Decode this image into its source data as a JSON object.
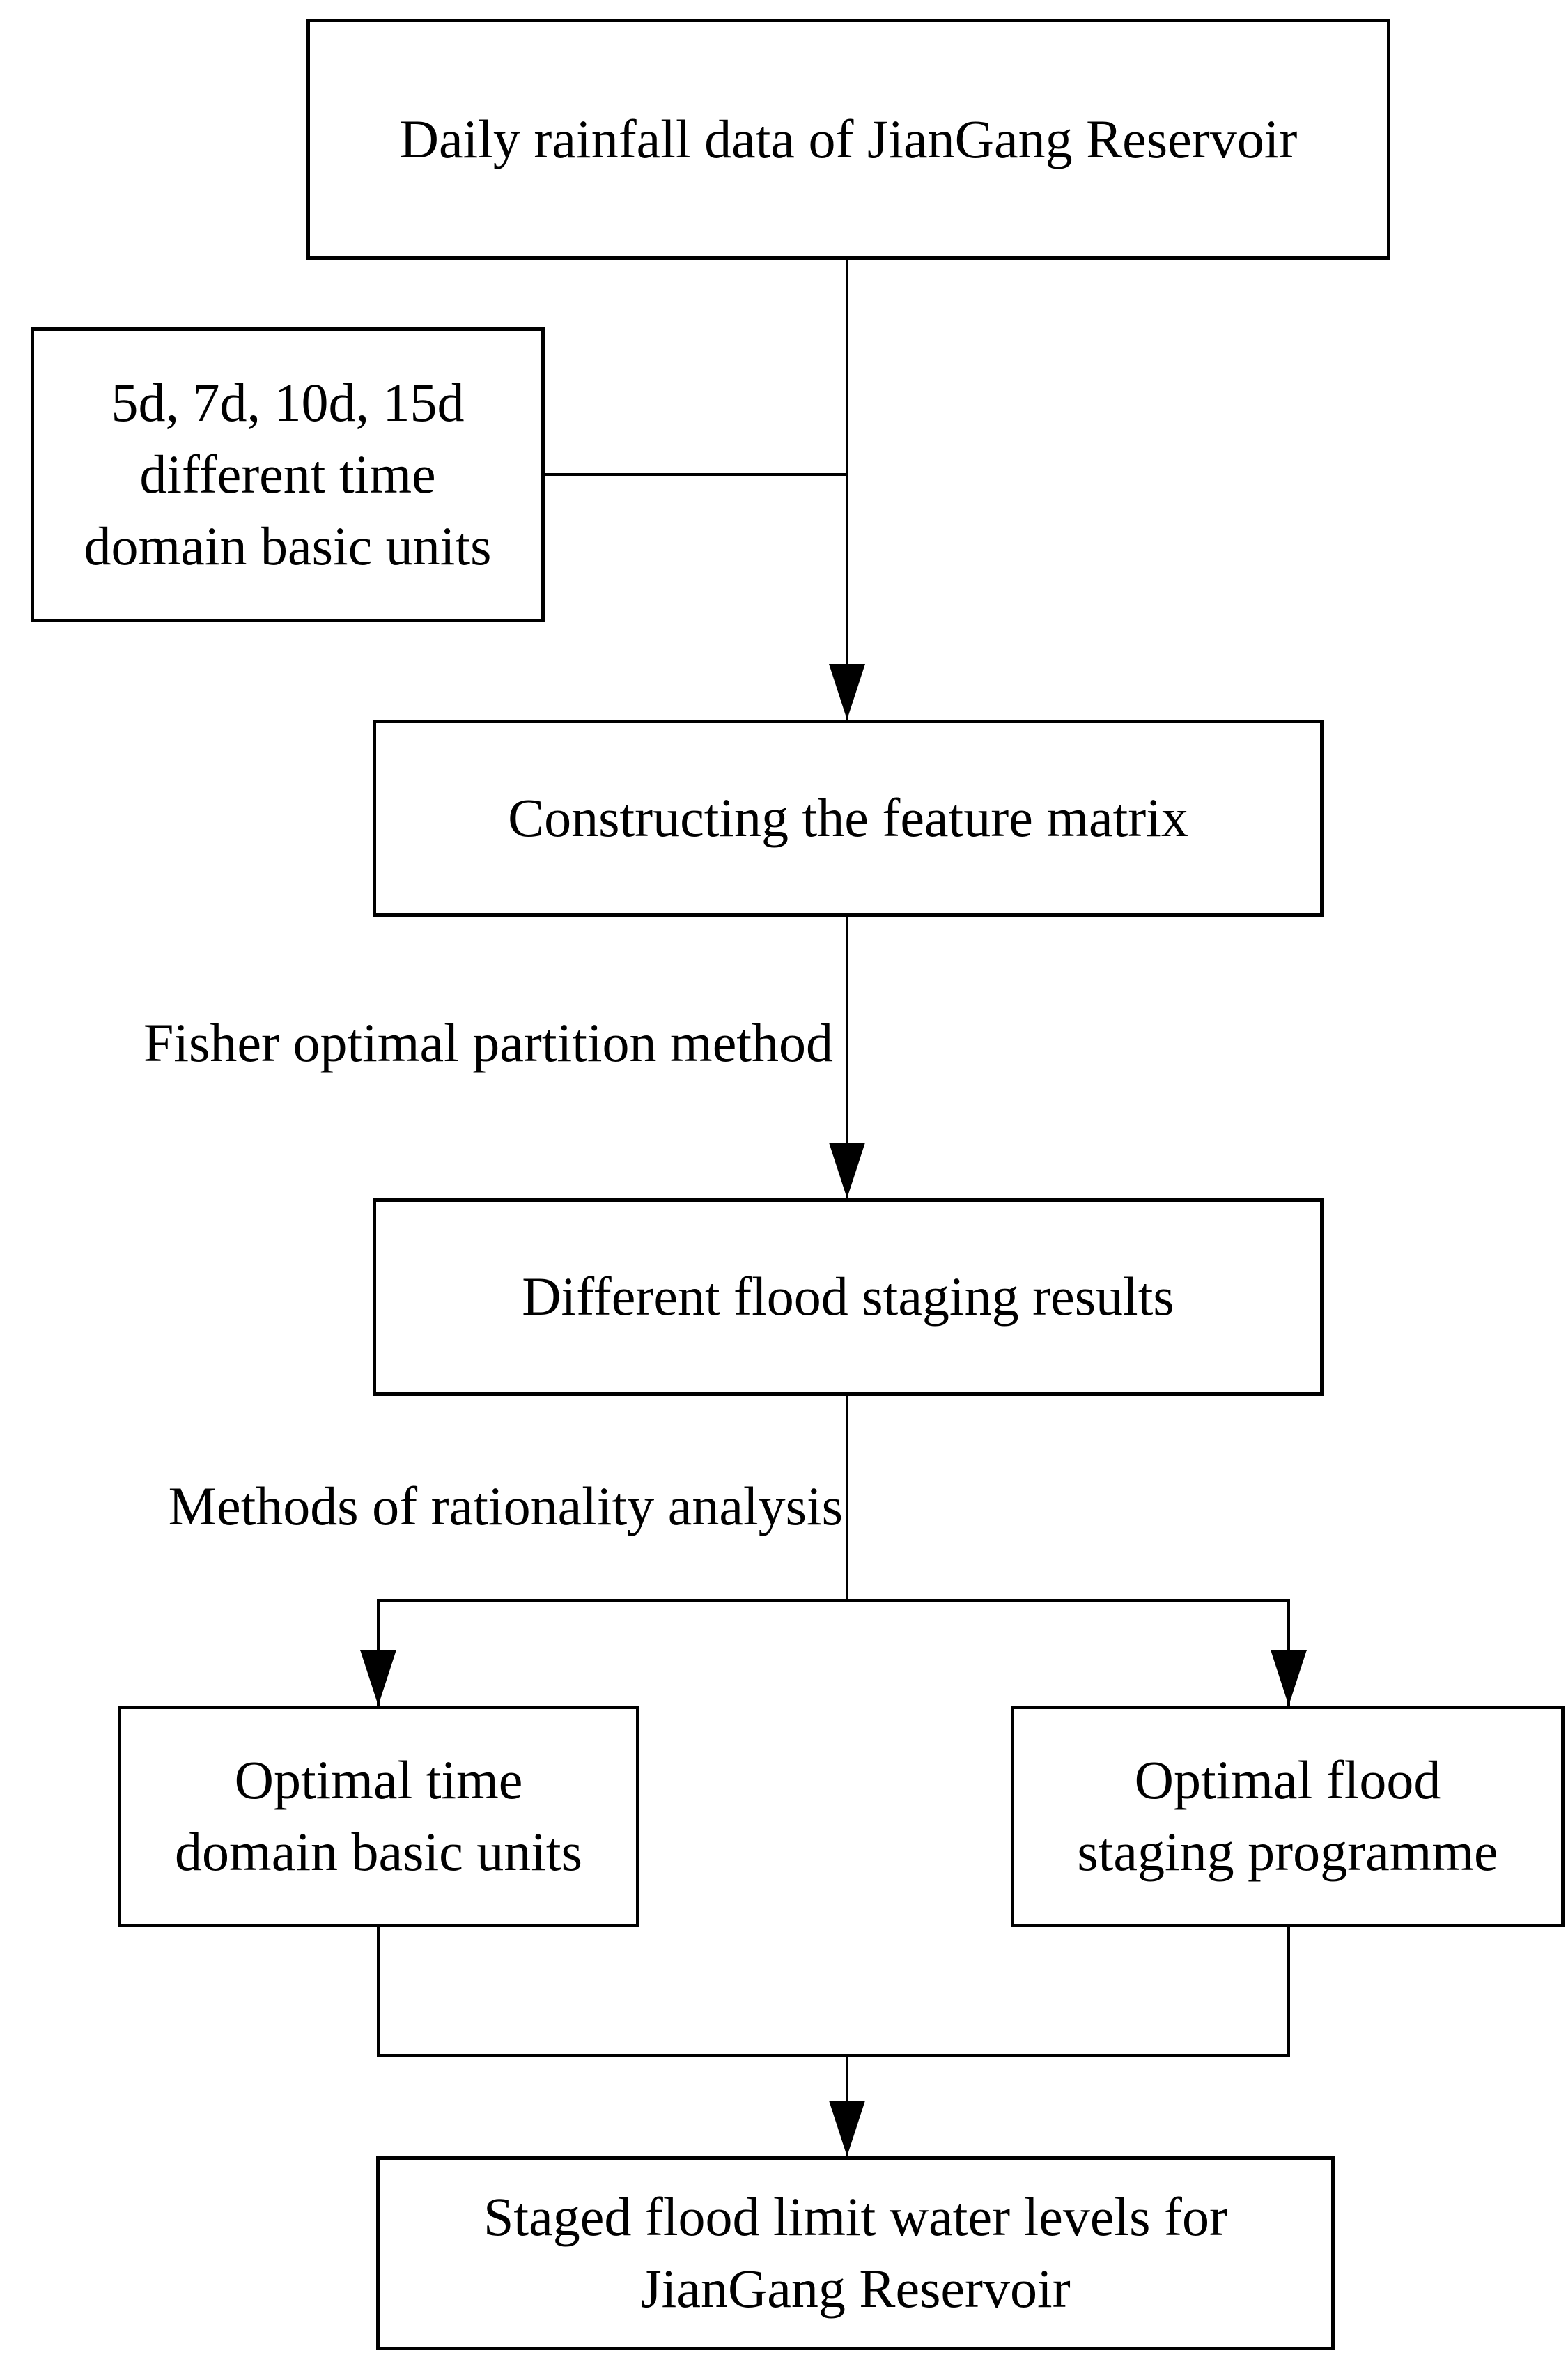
{
  "diagram": {
    "type": "flowchart",
    "background_color": "#ffffff",
    "line_color": "#000000",
    "text_color": "#000000",
    "nodes": {
      "daily_rainfall": {
        "label": "Daily rainfall data of JianGang Reservoir"
      },
      "time_domain_units": {
        "label": "5d, 7d, 10d, 15d\ndifferent time\ndomain basic units"
      },
      "feature_matrix": {
        "label": "Constructing the feature matrix"
      },
      "staging_results": {
        "label": "Different flood staging results"
      },
      "optimal_time_units": {
        "label": "Optimal time\ndomain basic units"
      },
      "optimal_staging_programme": {
        "label": "Optimal flood\nstaging programme"
      },
      "staged_limits": {
        "label": "Staged flood limit water levels for\nJianGang Reservoir"
      }
    },
    "edge_labels": {
      "fisher": "Fisher optimal partition method",
      "methods": "Methods of rationality analysis"
    }
  }
}
